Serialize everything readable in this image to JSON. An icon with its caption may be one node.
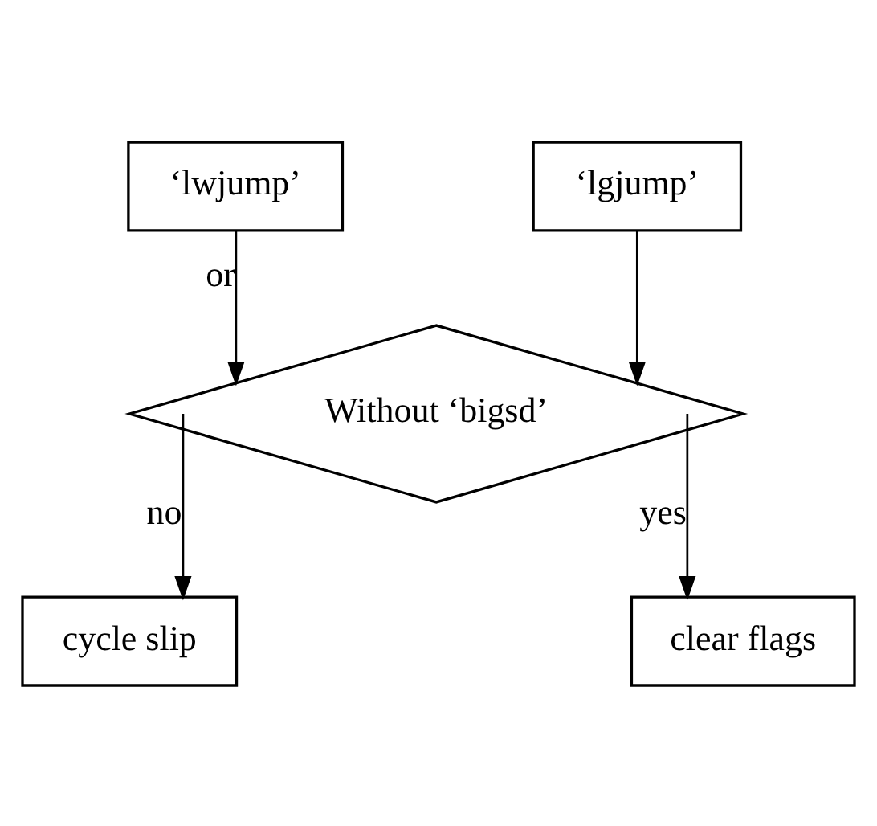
{
  "diagram": {
    "nodes": [
      {
        "text": [
          "‘lwjump’"
        ]
      },
      {
        "text": [
          "‘lgjump’"
        ]
      },
      {
        "text": [
          "Without ‘bigsd’"
        ]
      },
      {
        "text": [
          "cycle slip"
        ]
      },
      {
        "text": [
          "clear flags"
        ]
      }
    ],
    "edges": [
      {
        "from": 0,
        "to": 2,
        "arrow": "to",
        "label": "or"
      },
      {
        "from": 1,
        "to": 2,
        "arrow": "to"
      },
      {
        "from": 2,
        "to": 3,
        "arrow": "to",
        "label": "no"
      },
      {
        "from": 2,
        "to": 4,
        "arrow": "to",
        "label": "yes"
      }
    ]
  }
}
